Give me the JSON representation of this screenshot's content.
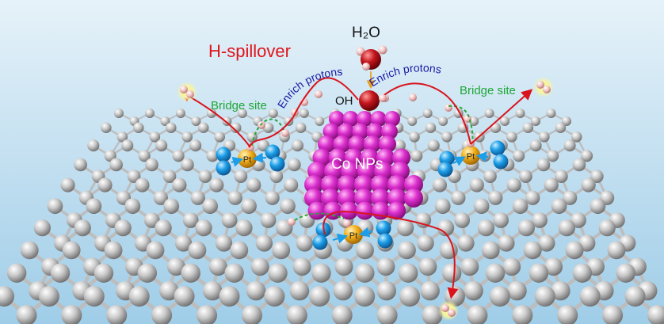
{
  "labels": {
    "title": "H-spillover",
    "water": "H₂O",
    "hydroxide": "OH",
    "enrich_left": "Enrich protons",
    "enrich_right": "Enrich protons",
    "bridge_left": "Bridge site",
    "bridge_right": "Bridge site",
    "nanoparticle": "Co NPs",
    "pt_left": "Pt",
    "pt_right": "Pt",
    "pt_bottom": "Pt"
  },
  "colors": {
    "background_top": "#e6f2f9",
    "background_bottom": "#9fcde8",
    "title": "#e0141b",
    "enrich_text": "#1a1aa6",
    "bridge_text": "#1fa637",
    "arrow": "#d9141c",
    "dashed_path": "#2aa63a",
    "cobalt": "#d62cc8",
    "platinum": "#f5b21d",
    "neighbor_atoms": "#1c9ee8",
    "carbon": "#c8c8c8",
    "oxygen": "#c4161c",
    "hydrogen": "#f2c4c4",
    "h2_glow": "#f7f4a0"
  },
  "icons": {
    "carbon_lattice": "graphene-sheet",
    "metal_cluster": "cobalt-nanoparticle",
    "single_atom": "platinum-atom",
    "molecule": "h2-molecule"
  }
}
